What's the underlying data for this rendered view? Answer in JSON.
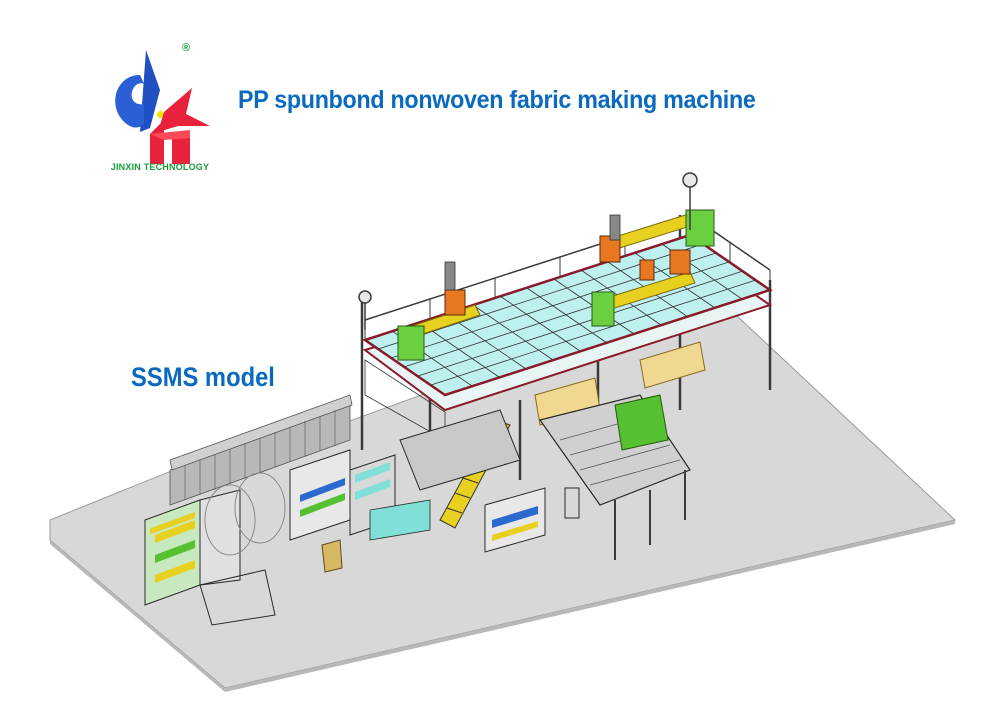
{
  "brand": {
    "name": "JINXIN TECHNOLOGY",
    "registered_mark": "®",
    "colors": {
      "blue": "#1f4fc0",
      "red": "#e8223a",
      "green": "#1a9a3a",
      "yellow": "#f2e600"
    }
  },
  "header": {
    "title": "PP spunbond nonwoven fabric making machine",
    "title_color": "#0a6ac0"
  },
  "illustration": {
    "label": "SSMS model",
    "label_color": "#0a6ac0",
    "subject": "3D rendering of spunbond-meltblown production line on grey floor platform with steel mezzanine, extruders, staircase, winder and slitter",
    "colors": {
      "floor": "#d8d8d8",
      "mesh": "#bff0f0",
      "frame": "#3a3a3a",
      "railing_red": "#8a1a2a",
      "machine_yellow": "#e8d020",
      "machine_green": "#55c030",
      "machine_orange": "#e87820",
      "roller_blue": "#2a6ad0",
      "panel_grey": "#b8b8b8",
      "wood": "#e8d090"
    }
  }
}
